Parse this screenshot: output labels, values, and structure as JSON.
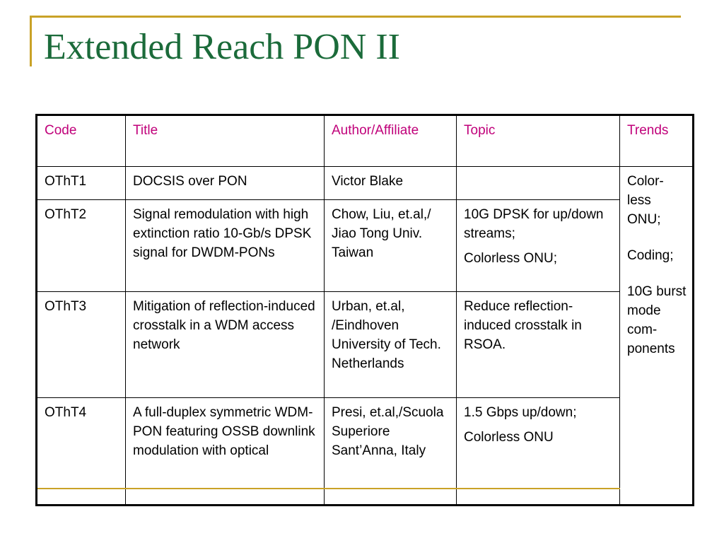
{
  "slide": {
    "title": "Extended Reach PON II"
  },
  "table": {
    "headers": {
      "code": "Code",
      "title": "Title",
      "author": "Author/Affiliate",
      "topic": "Topic",
      "trends": "Trends"
    },
    "rows": [
      {
        "code": "OThT1",
        "title": "DOCSIS over PON",
        "author": "Victor Blake",
        "topic": []
      },
      {
        "code": "OThT2",
        "title": "Signal remodulation with high extinction ratio 10-Gb/s DPSK signal for DWDM-PONs",
        "author": "Chow, Liu, et.al,/ Jiao Tong Univ. Taiwan",
        "topic": [
          "10G DPSK for up/down streams;",
          "Colorless ONU;"
        ]
      },
      {
        "code": "OThT3",
        "title": "Mitigation of reflection-induced crosstalk in a WDM access  network",
        "author": "Urban, et.al, /Eindhoven University of Tech. Netherlands",
        "topic": [
          "Reduce reflection-induced crosstalk in RSOA."
        ]
      },
      {
        "code": "OThT4",
        "title": "A full-duplex symmetric WDM-PON featuring OSSB downlink modulation with optical",
        "author": "Presi, et.al,/Scuola Superiore Sant’Anna, Italy",
        "topic": [
          "1.5 Gbps up/down;",
          "Colorless ONU"
        ]
      }
    ],
    "trends": [
      "Color-less ONU;",
      "Coding;",
      "10G burst mode com-ponents"
    ]
  },
  "colors": {
    "title": "#1b6b3a",
    "header_text": "#c0007a",
    "accent": "#c9a227"
  }
}
